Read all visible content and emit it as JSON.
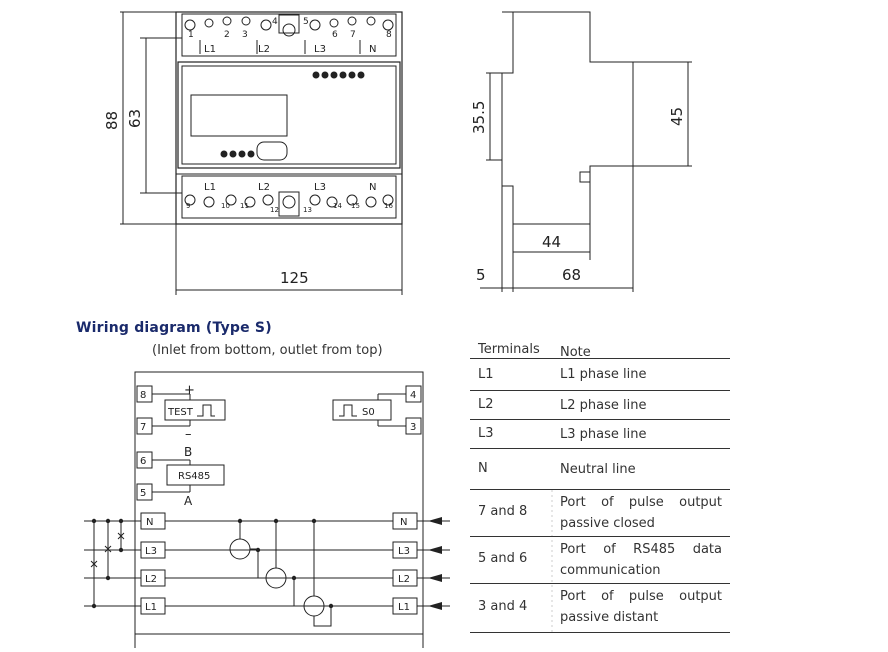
{
  "dimensions": {
    "height_overall": "88",
    "height_inner": "63",
    "width_front": "125",
    "side_height_left": "35.5",
    "side_height_right": "45",
    "depth_upper": "44",
    "depth_total": "68",
    "offset": "5"
  },
  "meter_front": {
    "top_numbers": [
      "1",
      "2",
      "3",
      "4",
      "5",
      "6",
      "7",
      "8"
    ],
    "top_phases": [
      "L1",
      "L2",
      "L3",
      "N"
    ],
    "bottom_phases": [
      "L1",
      "L2",
      "L3",
      "N"
    ],
    "bottom_numbers": [
      "9",
      "10",
      "11",
      "12",
      "13",
      "14",
      "15",
      "16"
    ]
  },
  "wiring": {
    "title": "Wiring diagram (Type S)",
    "subtitle": "(Inlet from bottom, outlet from top)",
    "left_terminals": [
      "8",
      "7",
      "6",
      "5"
    ],
    "right_terminals": [
      "4",
      "3"
    ],
    "test_label": "TEST",
    "so_label": "S0",
    "rs485_label": "RS485",
    "plus": "+",
    "minus": "–",
    "b_label": "B",
    "a_label": "A",
    "line_labels": [
      "N",
      "L3",
      "L2",
      "L1"
    ]
  },
  "terminal_table": {
    "headers": [
      "Terminals",
      "Note"
    ],
    "rows": [
      {
        "terminal": "L1",
        "note": "L1 phase line"
      },
      {
        "terminal": "L2",
        "note": "L2 phase line"
      },
      {
        "terminal": "L3",
        "note": "L3 phase line"
      },
      {
        "terminal": "N",
        "note": "Neutral line"
      },
      {
        "terminal": "7 and 8",
        "note": "Port of pulse output passive closed"
      },
      {
        "terminal": "5 and 6",
        "note": "Port of RS485 data communication"
      },
      {
        "terminal": "3 and 4",
        "note": "Port of pulse output passive distant"
      }
    ]
  }
}
